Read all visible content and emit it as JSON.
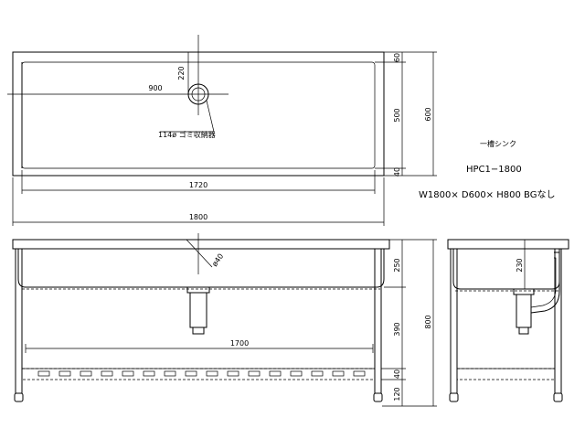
{
  "product": {
    "category": "一槽シンク",
    "model": "HPC1−1800",
    "spec": "W1800× D600× H800 BGなし"
  },
  "top_view": {
    "dim_drain_offset_y": "220",
    "dim_drain_offset_x": "900",
    "drain_note": "114ø ゴミ収納器",
    "dim_inner_width": "1720",
    "dim_overall_width": "1800",
    "dim_back_rim": "60",
    "dim_basin_depth": "500",
    "dim_front_rim": "40",
    "dim_overall_depth": "600"
  },
  "front_view": {
    "dim_drain_diameter": "ø40",
    "dim_shelf_span": "1700",
    "dim_basin_height": "250",
    "dim_mid_height": "390",
    "dim_shelf_thickness": "40",
    "dim_shelf_height": "120",
    "dim_overall_height": "800"
  },
  "side_view": {
    "dim_basin_depth": "230"
  }
}
